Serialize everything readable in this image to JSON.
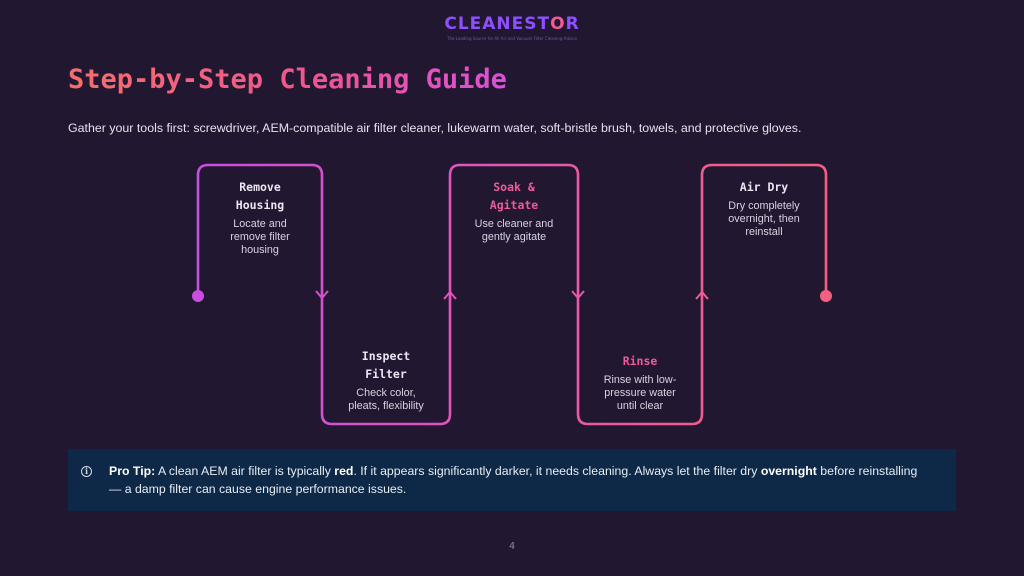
{
  "brand": {
    "name_part1": "CLEANEST",
    "name_o": "O",
    "name_part2": "R",
    "tagline": "The Leading Source for All Air and Vacuum Filter Cleaning Advice"
  },
  "title": "Step-by-Step Cleaning Guide",
  "intro": "Gather your tools first: screwdriver, AEM-compatible air filter cleaner, lukewarm water, soft-bristle brush, towels, and protective gloves.",
  "steps": [
    {
      "title_line1": "Remove",
      "title_line2": "Housing",
      "description": "Locate and remove filter housing"
    },
    {
      "title_line1": "Inspect",
      "title_line2": "Filter",
      "description": "Check color, pleats, flexibility"
    },
    {
      "title_line1": "Soak &",
      "title_line2": "Agitate",
      "description": "Use cleaner and gently agitate"
    },
    {
      "title_line1": "Rinse",
      "title_line2": "",
      "description": "Rinse with low-pressure water until clear"
    },
    {
      "title_line1": "Air Dry",
      "title_line2": "",
      "description": "Dry completely overnight, then reinstall"
    }
  ],
  "tip": {
    "label": "Pro Tip:",
    "text1": " A clean AEM air filter is typically ",
    "bold1": "red",
    "text2": ". If it appears significantly darker, it needs cleaning. Always let the filter dry ",
    "bold2": "overnight",
    "text3": " before reinstalling — a damp filter can cause engine performance issues."
  },
  "page_number": "4",
  "colors": {
    "background": "#221730",
    "accent_pink": "#ee5a9a",
    "accent_purple": "#c94ee0",
    "tip_background": "#0d2947"
  }
}
